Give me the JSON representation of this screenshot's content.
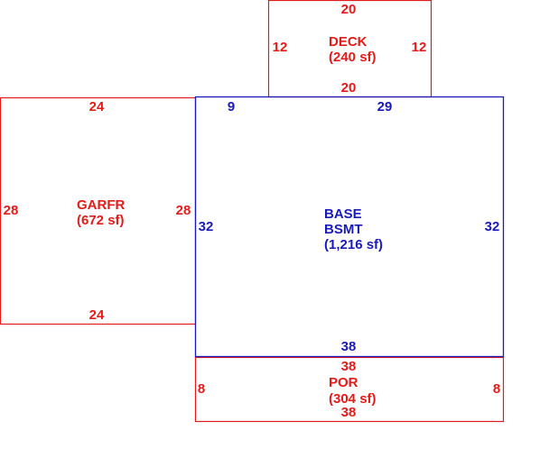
{
  "colors": {
    "red": "#e31b1b",
    "blue": "#1a1ab8",
    "background": "#ffffff"
  },
  "areas": {
    "deck": {
      "name": "DECK",
      "area": "(240 sf)",
      "top": "20",
      "bottom": "20",
      "left": "12",
      "right": "12"
    },
    "garage": {
      "name": "GARFR",
      "area": "(672 sf)",
      "top": "24",
      "bottom": "24",
      "left": "28",
      "right": "28"
    },
    "basement": {
      "name_line1": "BASE",
      "name_line2": "BSMT",
      "area": "(1,216 sf)",
      "top_left": "9",
      "top_right": "29",
      "left": "32",
      "right": "32",
      "bottom": "38"
    },
    "porch": {
      "name": "POR",
      "area": "(304 sf)",
      "top": "38",
      "bottom": "38",
      "left": "8",
      "right": "8"
    }
  }
}
